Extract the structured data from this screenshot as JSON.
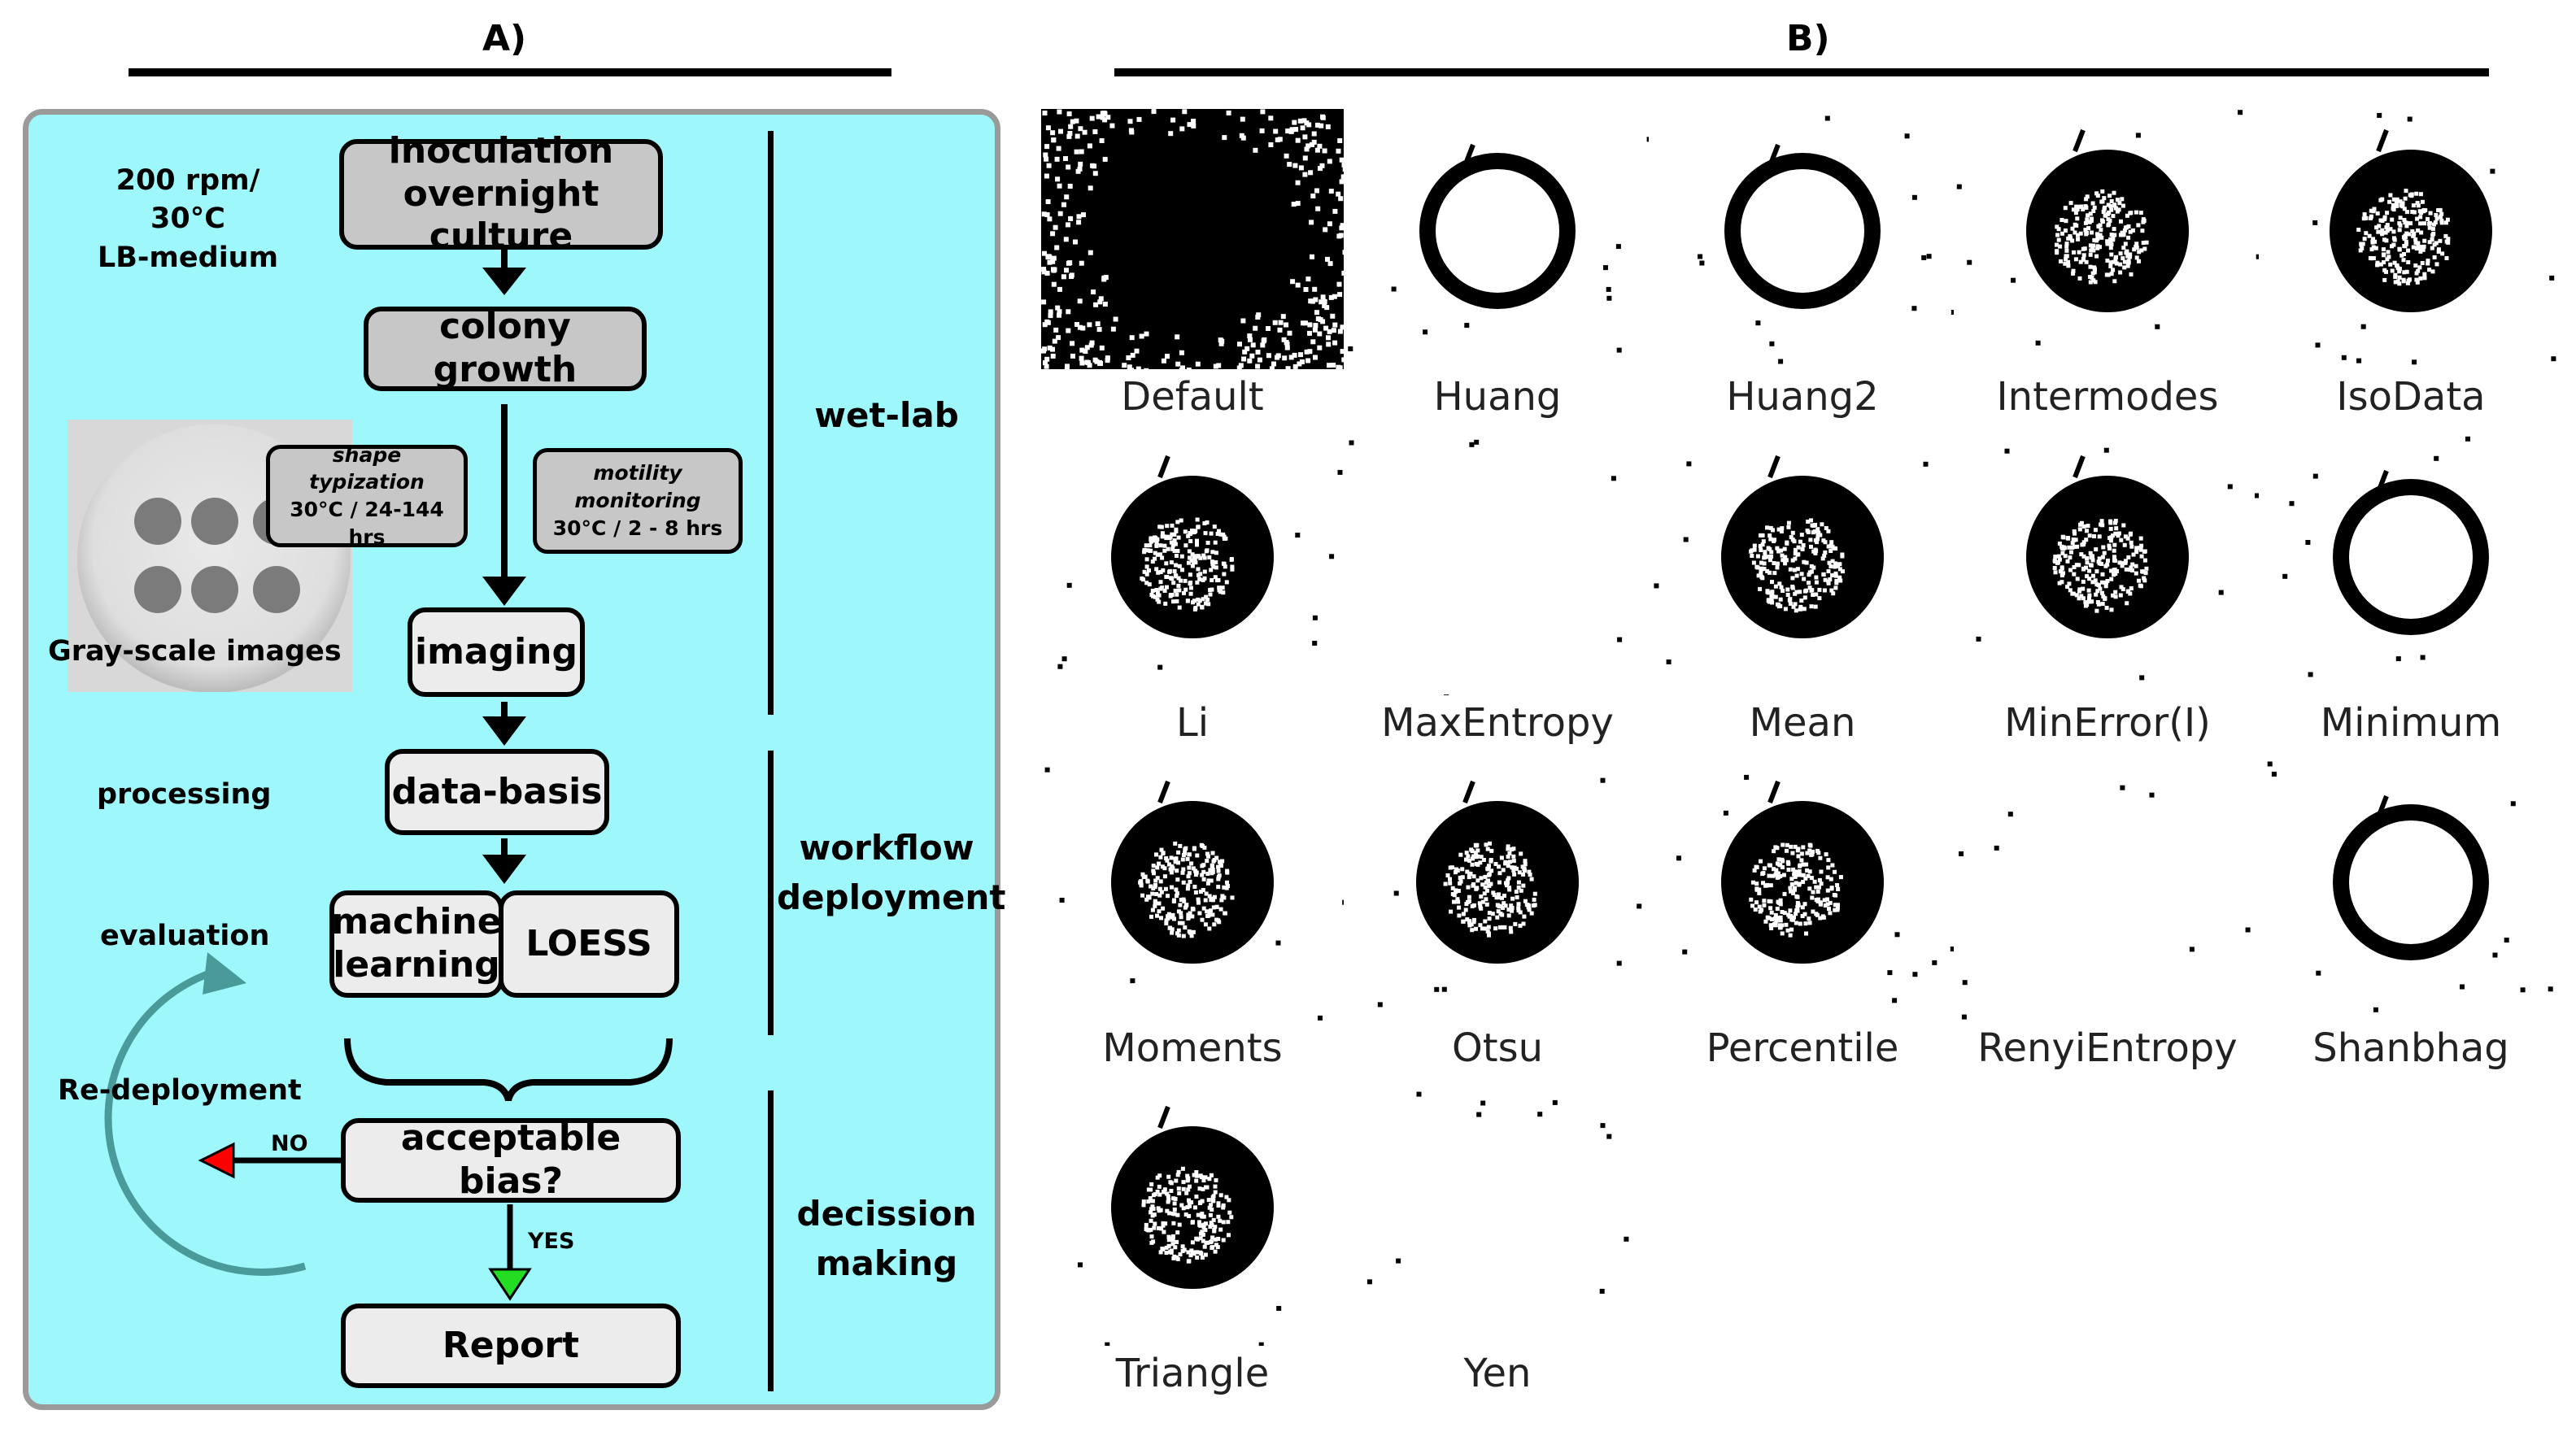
{
  "panel_a": {
    "title": "A)",
    "conditions": [
      "200 rpm/ 30°C",
      "LB-medium"
    ],
    "inoculation": [
      "inoculation",
      "overnight culture"
    ],
    "colony_growth": "colony growth",
    "shape": [
      "shape",
      "typization",
      "30°C / 24-144 hrs"
    ],
    "motility": [
      "motility",
      "monitoring",
      "30°C / 2 - 8 hrs"
    ],
    "gray_scale": "Gray-scale images",
    "imaging": "imaging",
    "processing": "processing",
    "data_basis": "data-basis",
    "evaluation": "evaluation",
    "ml": [
      "machine",
      "learning"
    ],
    "loess": "LOESS",
    "redeployment": "Re-deployment",
    "no": "NO",
    "acceptable_bias": "acceptable bias?",
    "yes": "YES",
    "report": "Report",
    "stages": {
      "wet_lab": "wet-lab",
      "workflow": [
        "workflow",
        "deployment"
      ],
      "decision": [
        "decission",
        "making"
      ]
    },
    "colors": {
      "background": "#9ef8fb",
      "no_arrow": "#ff0000",
      "yes_arrow": "#22dd22",
      "cycle": "#4a9a9a"
    }
  },
  "panel_b": {
    "title": "B)",
    "thresholds": [
      {
        "label": "Default",
        "style": "default"
      },
      {
        "label": "Huang",
        "style": "ring"
      },
      {
        "label": "Huang2",
        "style": "ring"
      },
      {
        "label": "Intermodes",
        "style": "filled"
      },
      {
        "label": "IsoData",
        "style": "filled"
      },
      {
        "label": "Li",
        "style": "filled"
      },
      {
        "label": "MaxEntropy",
        "style": "blank"
      },
      {
        "label": "Mean",
        "style": "filled"
      },
      {
        "label": "MinError(I)",
        "style": "filled"
      },
      {
        "label": "Minimum",
        "style": "ring"
      },
      {
        "label": "Moments",
        "style": "filled"
      },
      {
        "label": "Otsu",
        "style": "filled"
      },
      {
        "label": "Percentile",
        "style": "filled"
      },
      {
        "label": "RenyiEntropy",
        "style": "blank"
      },
      {
        "label": "Shanbhag",
        "style": "ring"
      },
      {
        "label": "Triangle",
        "style": "filled"
      },
      {
        "label": "Yen",
        "style": "blank"
      }
    ]
  }
}
